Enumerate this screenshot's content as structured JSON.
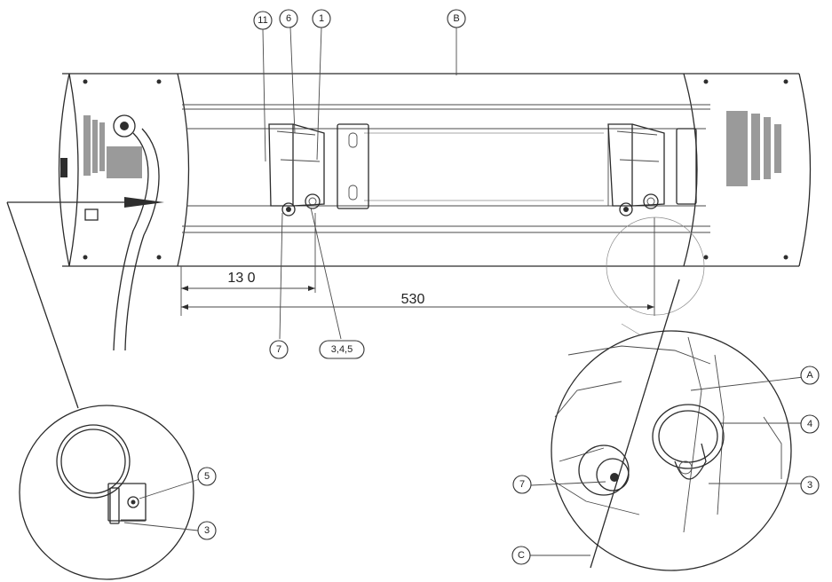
{
  "diagram": {
    "callouts_main": {
      "c11": "11",
      "c6": "6",
      "c1": "1",
      "cB": "B",
      "c7": "7",
      "c345": "3,4,5"
    },
    "dimensions": {
      "d130": "13 0",
      "d530": "530"
    },
    "detail_left": {
      "c5": "5",
      "c3": "3"
    },
    "detail_right": {
      "cA": "A",
      "c4": "4",
      "c3": "3",
      "c7": "7",
      "cC": "C"
    }
  }
}
